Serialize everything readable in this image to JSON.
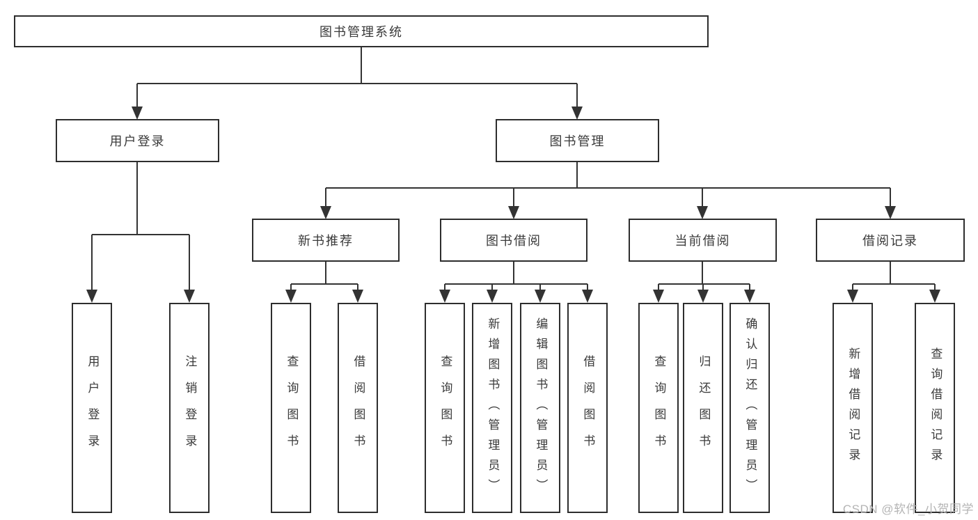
{
  "tree": {
    "root": {
      "label": "图书管理系统",
      "children": [
        {
          "label": "用户登录",
          "children": [
            {
              "label": "用户登录"
            },
            {
              "label": "注销登录"
            }
          ]
        },
        {
          "label": "图书管理",
          "children": [
            {
              "label": "新书推荐",
              "children": [
                {
                  "label": "查询图书"
                },
                {
                  "label": "借阅图书"
                }
              ]
            },
            {
              "label": "图书借阅",
              "children": [
                {
                  "label": "查询图书"
                },
                {
                  "label": "新增图书（管理员）"
                },
                {
                  "label": "编辑图书（管理员）"
                },
                {
                  "label": "借阅图书"
                }
              ]
            },
            {
              "label": "当前借阅",
              "children": [
                {
                  "label": "查询图书"
                },
                {
                  "label": "归还图书"
                },
                {
                  "label": "确认归还（管理员）"
                }
              ]
            },
            {
              "label": "借阅记录",
              "children": [
                {
                  "label": "新增借阅记录"
                },
                {
                  "label": "查询借阅记录"
                }
              ]
            }
          ]
        }
      ]
    }
  },
  "watermark": "CSDN @软件_小贺同学",
  "colors": {
    "line": "#333333",
    "box_border": "#2d2d2d",
    "text": "#3a3a3a",
    "watermark_text": "#b4b4b4",
    "background": "#ffffff"
  }
}
